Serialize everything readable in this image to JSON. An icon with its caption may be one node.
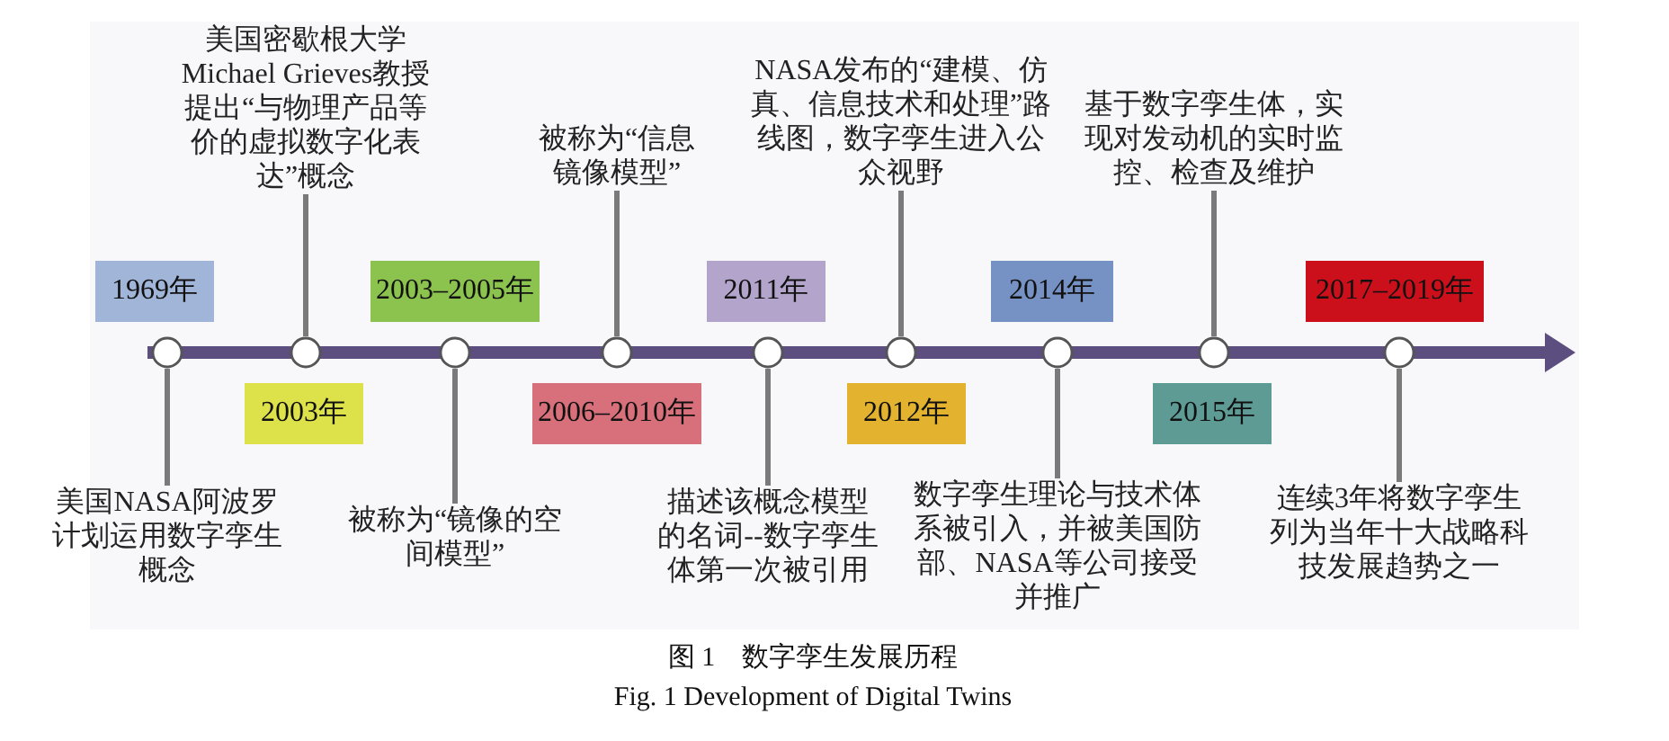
{
  "diagram": {
    "caption": "图 1　数字孪生发展历程",
    "nodes": [
      {
        "text": [
          "1969年"
        ]
      },
      {
        "text": [],
        "shape": "circle"
      },
      {
        "text": [
          "美国NASA阿波罗计划运用数字孪生概念"
        ]
      },
      {
        "text": [
          "2003年"
        ]
      },
      {
        "text": [],
        "shape": "circle"
      },
      {
        "text": [
          "美国密歇根大学Michael Grieves教授提出“与物理产品等价的虚拟数字化表达”概念"
        ]
      },
      {
        "text": [
          "2003–2005年"
        ]
      },
      {
        "text": [],
        "shape": "circle"
      },
      {
        "text": [
          "被称为“镜像的空间模型”"
        ]
      },
      {
        "text": [
          "2006–2010年"
        ]
      },
      {
        "text": [],
        "shape": "circle"
      },
      {
        "text": [
          "被称为“信息镜像模型”"
        ]
      },
      {
        "text": [
          "2011年"
        ]
      },
      {
        "text": [],
        "shape": "circle"
      },
      {
        "text": [
          "描述该概念模型的名词--数字孪生体第一次被引用"
        ]
      },
      {
        "text": [
          "2012年"
        ]
      },
      {
        "text": [],
        "shape": "circle"
      },
      {
        "text": [
          "NASA发布的“建模、仿真、信息技术和处理”路线图，数字孪生进入公众视野"
        ]
      },
      {
        "text": [
          "2014年"
        ]
      },
      {
        "text": [],
        "shape": "circle"
      },
      {
        "text": [
          "数字孪生理论与技术体系被引入，并被美国防部、NASA等公司接受并推广"
        ]
      },
      {
        "text": [
          "2015年"
        ]
      },
      {
        "text": [],
        "shape": "circle"
      },
      {
        "text": [
          "基于数字孪生体，实现对发动机的实时监控、检查及维护"
        ]
      },
      {
        "text": [
          "2017–2019年"
        ]
      },
      {
        "text": [],
        "shape": "circle"
      },
      {
        "text": [
          "连续3年将数字孪生列为当年十大战略科技发展趋势之一"
        ]
      }
    ],
    "edges": [
      {
        "from": 2,
        "to": 1,
        "arrow": "none"
      },
      {
        "from": 5,
        "to": 4,
        "arrow": "none"
      },
      {
        "from": 8,
        "to": 7,
        "arrow": "none"
      },
      {
        "from": 11,
        "to": 10,
        "arrow": "none"
      },
      {
        "from": 14,
        "to": 13,
        "arrow": "none"
      },
      {
        "from": 17,
        "to": 16,
        "arrow": "none"
      },
      {
        "from": 20,
        "to": 19,
        "arrow": "none"
      },
      {
        "from": 23,
        "to": 22,
        "arrow": "none"
      },
      {
        "from": 26,
        "to": 25,
        "arrow": "none"
      }
    ],
    "labels": [
      "Fig. 1 Development of Digital Twins"
    ]
  }
}
